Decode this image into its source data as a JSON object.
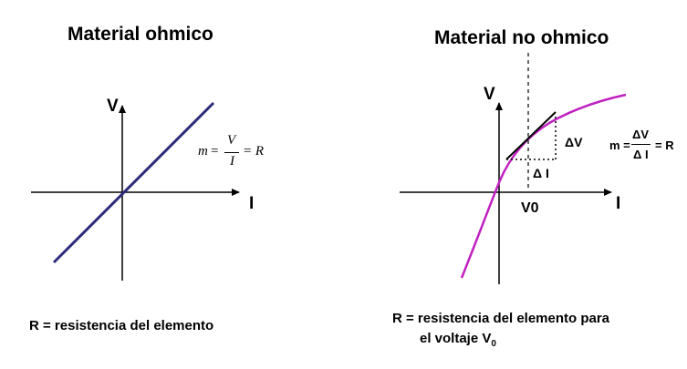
{
  "left_panel": {
    "title": "Material ohmico",
    "y_axis_label": "V",
    "x_axis_label": "I",
    "formula": {
      "lhs": "m",
      "eq1": "=",
      "num": "V",
      "den": "I",
      "eq2": "= R"
    },
    "caption": "R = resistencia del elemento",
    "line_color": "#2b2b7a"
  },
  "right_panel": {
    "title": "Material no ohmico",
    "y_axis_label": "V",
    "x_axis_label": "I",
    "delta_v_label": "ΔV",
    "delta_i_label": "Δ I",
    "v0_label": "V0",
    "formula": {
      "lhs": "m =",
      "num": "ΔV",
      "den": "Δ I",
      "rhs": "= R"
    },
    "caption_line1": "R = resistencia del elemento para",
    "caption_line2_main": "el voltaje V",
    "caption_line2_sub": "0",
    "curve_color": "#c020c0"
  }
}
